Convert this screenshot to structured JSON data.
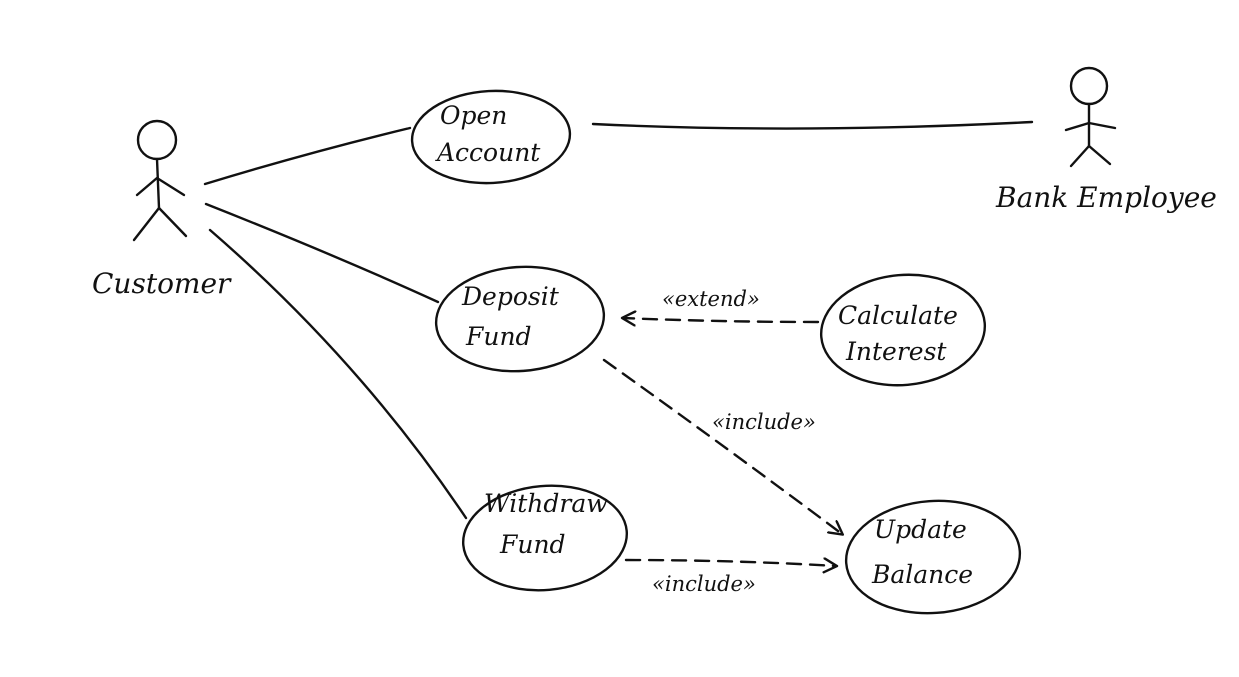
{
  "actors": {
    "customer": {
      "label": "Customer"
    },
    "bank_employee": {
      "label": "Bank Employee"
    }
  },
  "use_cases": {
    "open_account": {
      "line1": "Open",
      "line2": "Account"
    },
    "deposit_fund": {
      "line1": "Deposit",
      "line2": "Fund"
    },
    "withdraw_fund": {
      "line1": "Withdraw",
      "line2": "Fund"
    },
    "calculate_interest": {
      "line1": "Calculate",
      "line2": "Interest"
    },
    "update_balance": {
      "line1": "Update",
      "line2": "Balance"
    }
  },
  "relationships": {
    "extend_label": "«extend»",
    "include_deposit_label": "«include»",
    "include_withdraw_label": "«include»"
  }
}
